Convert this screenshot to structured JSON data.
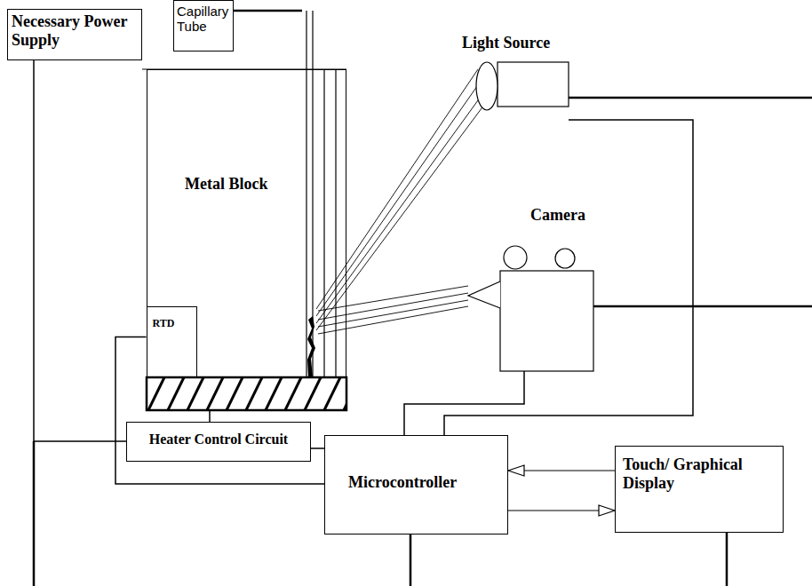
{
  "diagram": {
    "nodes": [
      {
        "text": [
          "Necessary Power Supply"
        ]
      },
      {
        "text": [
          "Capillary Tube"
        ]
      },
      {
        "text": [
          "Light Source"
        ]
      },
      {
        "text": [
          "Metal Block"
        ]
      },
      {
        "text": [
          "RTD"
        ],
        "in": 3
      },
      {
        "text": [
          "Camera"
        ]
      },
      {
        "text": [
          "Heater Control Circuit"
        ]
      },
      {
        "text": [
          "Microcontroller"
        ]
      },
      {
        "text": [
          "Touch/ Graphical Display"
        ]
      }
    ],
    "edges": [
      {
        "from": 0,
        "to": 6,
        "arrow": "none"
      },
      {
        "from": 6,
        "to": 3,
        "arrow": "none"
      },
      {
        "from": 4,
        "to": 7,
        "arrow": "none"
      },
      {
        "from": 6,
        "to": 7,
        "arrow": "none"
      },
      {
        "from": 2,
        "to": 7,
        "arrow": "none"
      },
      {
        "from": 5,
        "to": 7,
        "arrow": "none"
      },
      {
        "from": 8,
        "to": 7,
        "arrow": "to"
      },
      {
        "from": 7,
        "to": 8,
        "arrow": "to"
      }
    ]
  }
}
